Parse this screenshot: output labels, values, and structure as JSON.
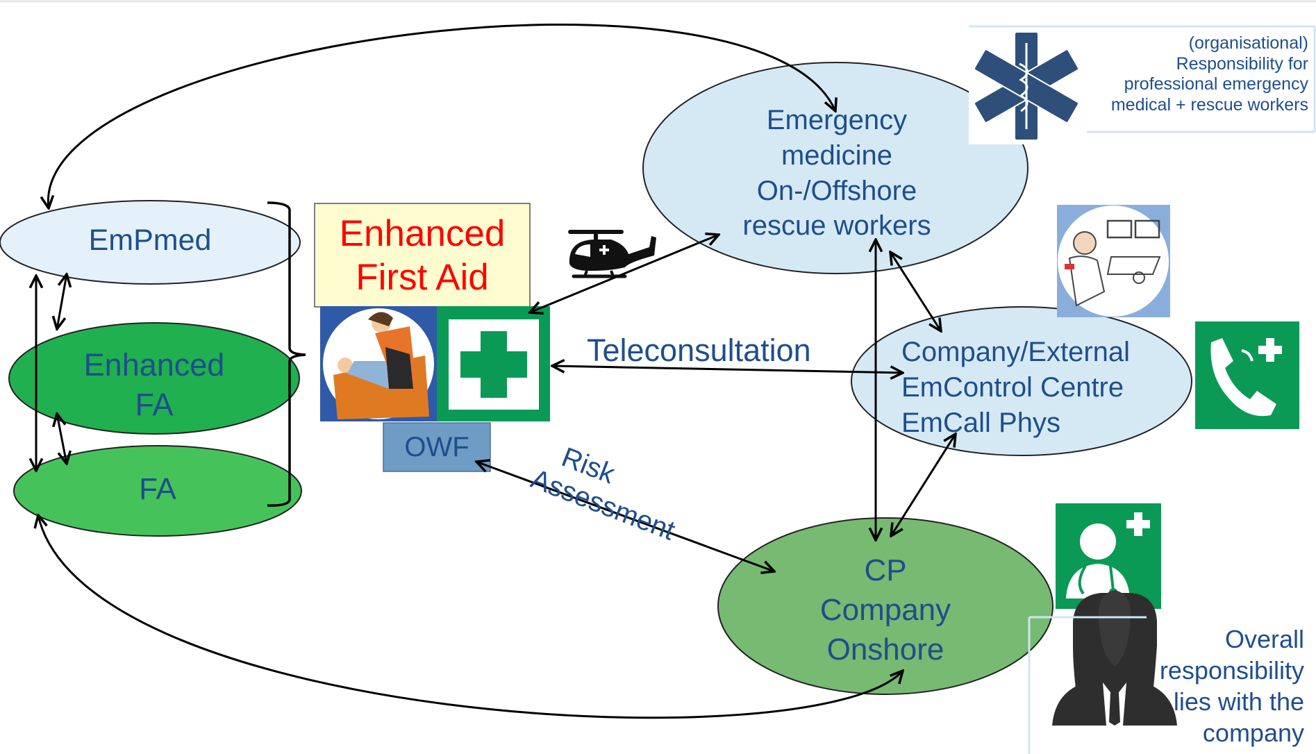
{
  "nodes": {
    "empmed": "EmPmed",
    "enhanced_fa": [
      "Enhanced",
      "FA"
    ],
    "fa": "FA",
    "emergency": [
      "Emergency",
      "medicine",
      "On-/Offshore",
      "rescue workers"
    ],
    "control": [
      "Company/External",
      "EmControl Centre",
      "EmCall Phys"
    ],
    "cp": [
      "CP",
      "Company",
      "Onshore"
    ]
  },
  "enhanced_first_aid": [
    "Enhanced",
    "First Aid"
  ],
  "owf": "OWF",
  "edges": {
    "teleconsultation": "Teleconsultation",
    "risk_assessment": [
      "Risk",
      "Assessment"
    ]
  },
  "notes": {
    "organisational": [
      "(organisational)",
      "Responsibility for",
      "professional emergency",
      "medical + rescue workers"
    ],
    "overall": [
      "Overall",
      "responsibility",
      "lies with the",
      "company"
    ]
  },
  "icons": [
    "star-of-life-icon",
    "helicopter-icon",
    "first-aid-cross-icon",
    "rescue-scene-icon",
    "dispatcher-icon",
    "emergency-phone-icon",
    "doctor-icon",
    "businessman-icon"
  ],
  "colors": {
    "light_blue": "#d5e9f5",
    "pale_blue": "#e4f1fa",
    "dark_green": "#20b04f",
    "green": "#45c35a",
    "cp_green": "#77ba72",
    "sign_green": "#0a9a56",
    "text_blue": "#1f4e8c",
    "red": "#ff0000",
    "star_blue": "#2e4f7a"
  }
}
